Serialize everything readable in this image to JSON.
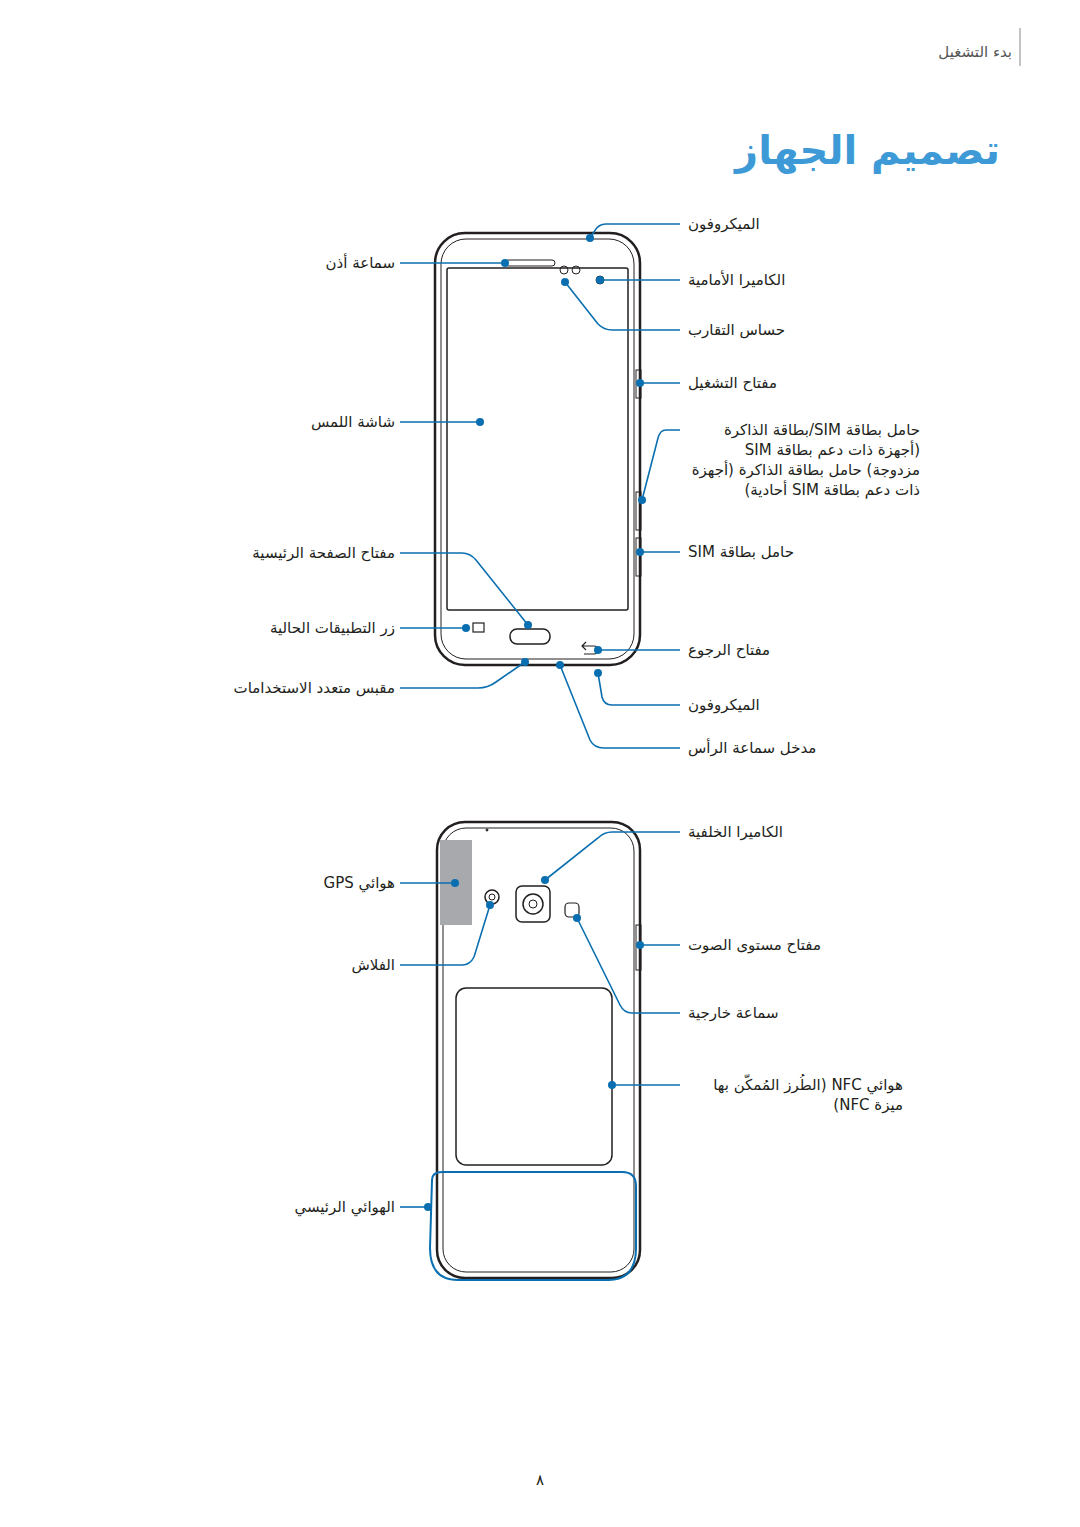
{
  "diagram": {
    "title": "تصميم الجهاز",
    "labels": [
      "بدء التشغيل",
      "الميكروفون",
      "سماعة أذن",
      "الكاميرا الأمامية",
      "حساس التقارب",
      "مفتاح التشغيل",
      "شاشة اللمس",
      "حامل بطاقة SIM/بطاقة الذاكرة (أجهزة ذات دعم بطاقة SIM مزدوجة) حامل بطاقة الذاكرة (أجهزة ذات دعم بطاقة SIM أحادية)",
      "مفتاح الصفحة الرئيسية",
      "حامل بطاقة SIM",
      "زر التطبيقات الحالية",
      "مفتاح الرجوع",
      "مقبس متعدد الاستخدامات",
      "الميكروفون",
      "مدخل سماعة الرأس",
      "الكاميرا الخلفية",
      "هوائي GPS",
      "مفتاح مستوى الصوت",
      "الفلاش",
      "سماعة خارجية",
      "هوائي NFC (الطُرز المُمكّن بها ميزة NFC)",
      "الهوائي الرئيسي",
      "٨"
    ]
  }
}
